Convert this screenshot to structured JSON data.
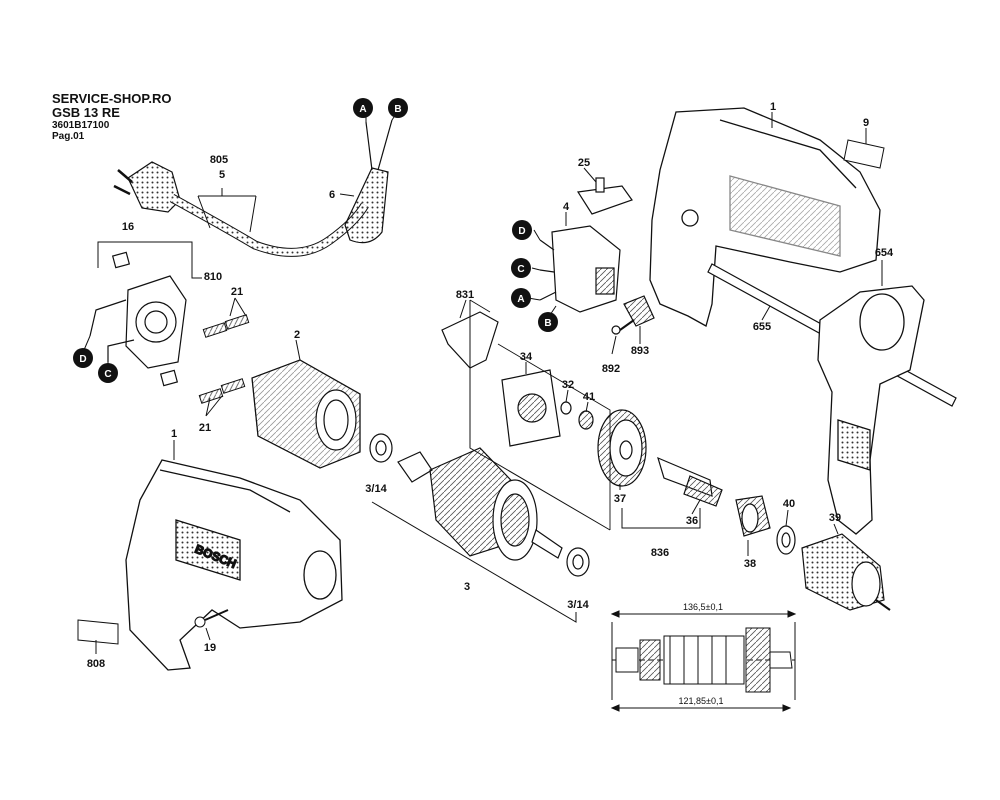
{
  "header": {
    "shop": "SERVICE-SHOP.RO",
    "model": "GSB 13 RE",
    "part_number": "3601B17100",
    "page": "Pag.01"
  },
  "brand": "BOSCH",
  "connectors": [
    "A",
    "B",
    "C",
    "D"
  ],
  "labels": {
    "housing": "1",
    "housing_bottom": "1",
    "stator": "2",
    "armature": "3",
    "bearing_a": "3/14",
    "bearing_b": "3/14",
    "switch": "4",
    "cable": "5",
    "cable_code": "805",
    "sleeve": "6",
    "nameplate": "9",
    "brush_set": "16",
    "screw": "19",
    "holder_a": "21",
    "holder_b": "21",
    "slide": "25",
    "plate": "34",
    "pin": "32",
    "ring": "41",
    "spindle": "36",
    "gear": "37",
    "sleeve_38": "38",
    "washer": "40",
    "chuck": "39",
    "spindle_set": "836",
    "brush_holder": "810",
    "cover": "831",
    "label_808": "808",
    "screw_892": "892",
    "lever": "893",
    "aux_handle": "654",
    "depth_rod": "655"
  },
  "dimensions": {
    "overall": "136,5±0,1",
    "core": "121,85±0,1"
  }
}
